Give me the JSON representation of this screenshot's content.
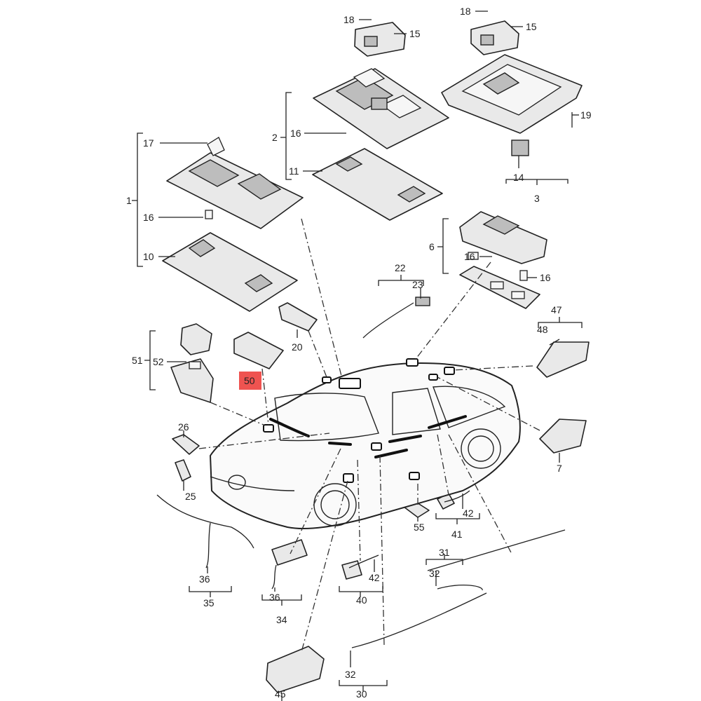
{
  "labels": [
    {
      "id": "18a",
      "text": "18"
    },
    {
      "id": "15a",
      "text": "15"
    },
    {
      "id": "18b",
      "text": "18"
    },
    {
      "id": "15b",
      "text": "15"
    },
    {
      "id": "2",
      "text": "2"
    },
    {
      "id": "16a",
      "text": "16"
    },
    {
      "id": "11",
      "text": "11"
    },
    {
      "id": "19",
      "text": "19"
    },
    {
      "id": "14",
      "text": "14"
    },
    {
      "id": "3",
      "text": "3"
    },
    {
      "id": "17",
      "text": "17"
    },
    {
      "id": "1",
      "text": "1"
    },
    {
      "id": "16b",
      "text": "16"
    },
    {
      "id": "10",
      "text": "10"
    },
    {
      "id": "6",
      "text": "6"
    },
    {
      "id": "16c",
      "text": "16"
    },
    {
      "id": "16d",
      "text": "16"
    },
    {
      "id": "22",
      "text": "22"
    },
    {
      "id": "23",
      "text": "23"
    },
    {
      "id": "47",
      "text": "47"
    },
    {
      "id": "48",
      "text": "48"
    },
    {
      "id": "20",
      "text": "20"
    },
    {
      "id": "51",
      "text": "51"
    },
    {
      "id": "52",
      "text": "52"
    },
    {
      "id": "50",
      "text": "50"
    },
    {
      "id": "26",
      "text": "26"
    },
    {
      "id": "25",
      "text": "25"
    },
    {
      "id": "7",
      "text": "7"
    },
    {
      "id": "55",
      "text": "55"
    },
    {
      "id": "42a",
      "text": "42"
    },
    {
      "id": "41",
      "text": "41"
    },
    {
      "id": "36a",
      "text": "36"
    },
    {
      "id": "35",
      "text": "35"
    },
    {
      "id": "36b",
      "text": "36"
    },
    {
      "id": "34",
      "text": "34"
    },
    {
      "id": "42b",
      "text": "42"
    },
    {
      "id": "40",
      "text": "40"
    },
    {
      "id": "31",
      "text": "31"
    },
    {
      "id": "32a",
      "text": "32"
    },
    {
      "id": "32b",
      "text": "32"
    },
    {
      "id": "30",
      "text": "30"
    },
    {
      "id": "45",
      "text": "45"
    }
  ],
  "highlight": {
    "label": "50",
    "color": "#ef5350"
  },
  "colors": {
    "line": "#222222",
    "part": "#e9e9e9",
    "background": "#ffffff"
  }
}
